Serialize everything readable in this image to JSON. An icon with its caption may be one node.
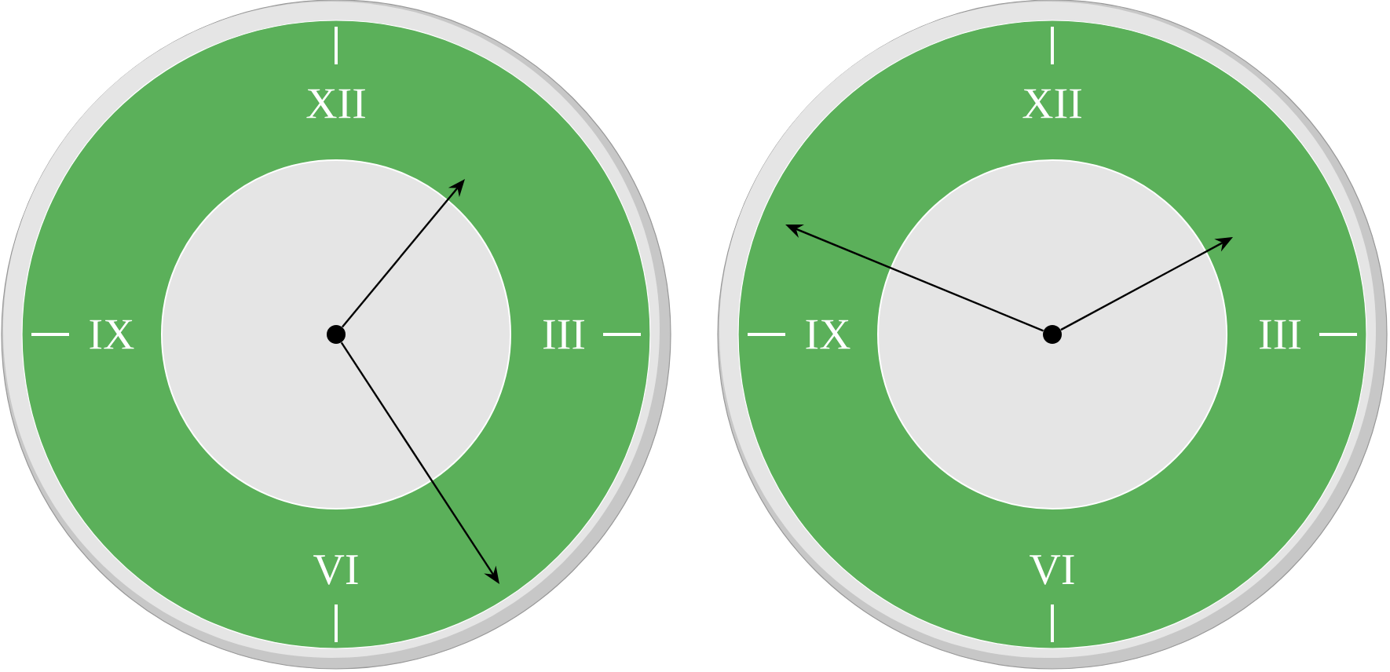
{
  "diagram": {
    "nodes": [
      {
        "text": [],
        "shape": "circle"
      },
      {
        "text": [],
        "shape": "circle",
        "in": 0
      },
      {
        "text": [],
        "shape": "circle"
      },
      {
        "text": [],
        "shape": "circle",
        "in": 2
      }
    ],
    "edges": [
      {
        "from": 1,
        "to": null,
        "arrow": "to"
      },
      {
        "from": 1,
        "to": null,
        "arrow": "to"
      },
      {
        "from": 3,
        "to": null,
        "arrow": "to"
      },
      {
        "from": 3,
        "to": null,
        "arrow": "to"
      }
    ],
    "labels": [
      "XII",
      "IX",
      "III",
      "VI",
      "XII",
      "IX",
      "III",
      "VI"
    ]
  }
}
